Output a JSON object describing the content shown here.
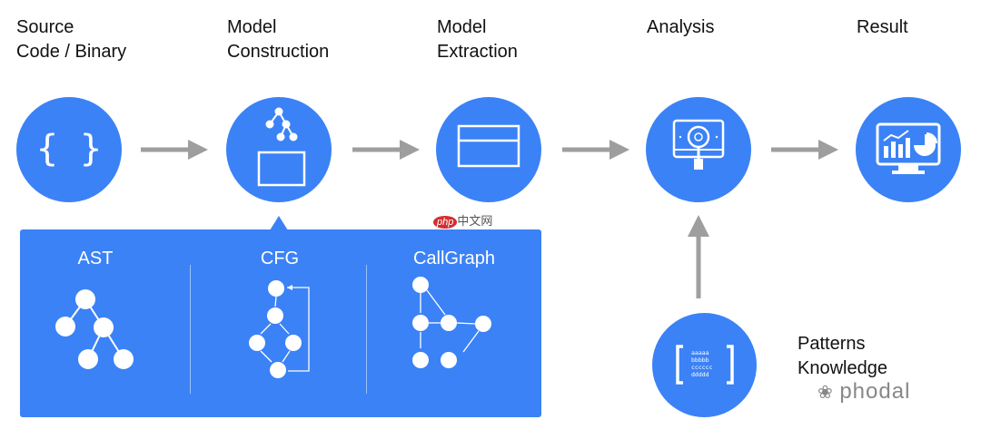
{
  "stages": [
    {
      "label": "Source\nCode / Binary",
      "icon": "braces-icon"
    },
    {
      "label": "Model\nConstruction",
      "icon": "tree-box-icon"
    },
    {
      "label": "Model\nExtraction",
      "icon": "window-icon"
    },
    {
      "label": "Analysis",
      "icon": "monitor-search-icon"
    },
    {
      "label": "Result",
      "icon": "dashboard-chart-icon"
    }
  ],
  "models_panel": {
    "items": [
      {
        "title": "AST",
        "icon": "ast-tree-icon"
      },
      {
        "title": "CFG",
        "icon": "cfg-graph-icon"
      },
      {
        "title": "CallGraph",
        "icon": "callgraph-icon"
      }
    ]
  },
  "watermark": {
    "badge": "php",
    "text": "中文网"
  },
  "patterns": {
    "label": "Patterns\nKnowledge",
    "icon": "bracket-list-icon",
    "code_lines": [
      "aaaaa",
      "bbbbb",
      "cccccc",
      "ddddd"
    ]
  },
  "brand": {
    "text": "phodal"
  },
  "colors": {
    "accent": "#3b82f6",
    "arrow": "#9e9e9e"
  }
}
